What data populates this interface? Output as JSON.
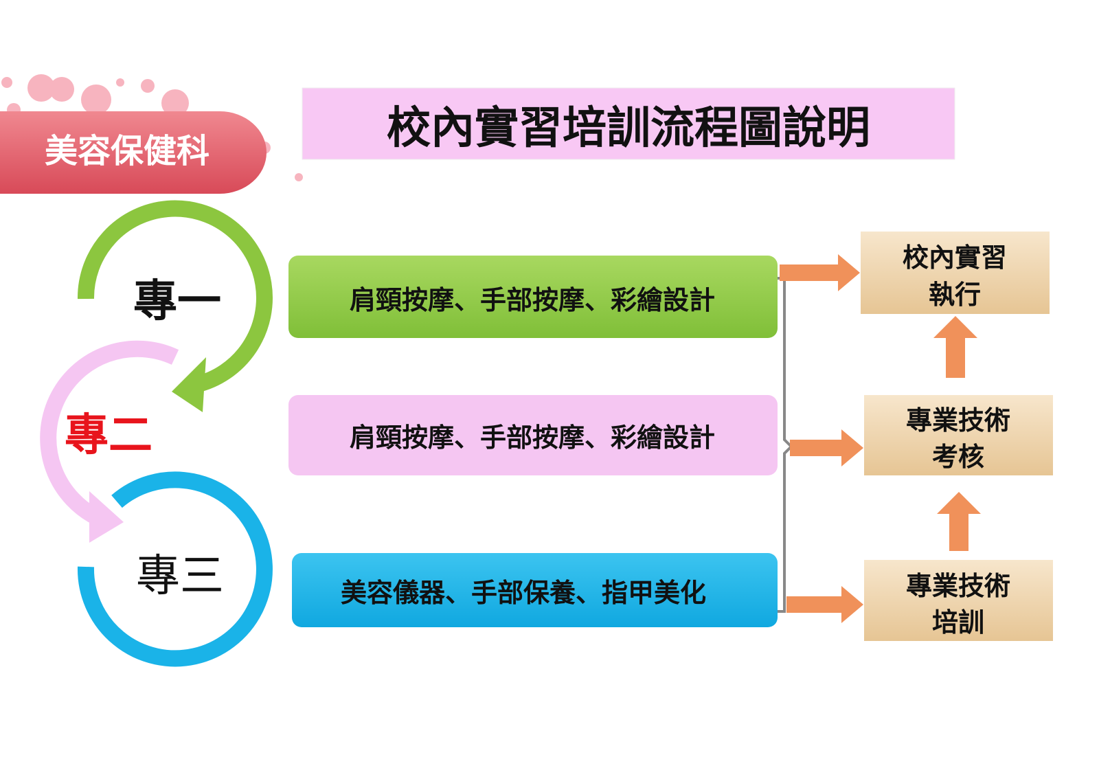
{
  "department": {
    "label": "美容保健科"
  },
  "title": "校內實習培訓流程圖說明",
  "stages": [
    {
      "label": "專一",
      "activities": "肩頸按摩、手部按摩、彩繪設計",
      "color": "#8cc63f"
    },
    {
      "label": "專二",
      "activities": "肩頸按摩、手部按摩、彩繪設計",
      "color": "#f5c6f2"
    },
    {
      "label": "專三",
      "activities": "美容儀器、手部保養、指甲美化",
      "color": "#1ab3e8"
    }
  ],
  "steps": [
    {
      "line1": "校內實習",
      "line2": "執行"
    },
    {
      "line1": "專業技術",
      "line2": "考核"
    },
    {
      "line1": "專業技術",
      "line2": "培訓"
    }
  ],
  "colors": {
    "arrow": "#f0915a",
    "step_box": "#f0d8b4",
    "title_box": "#f8c8f4",
    "dept": "#e05a66",
    "stage2_text": "#e8141c"
  }
}
